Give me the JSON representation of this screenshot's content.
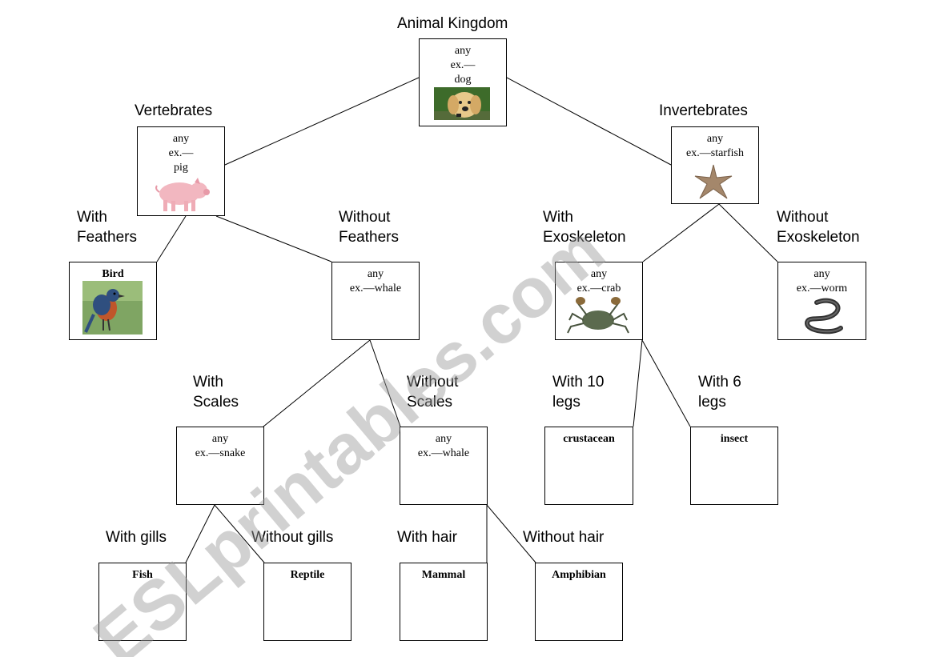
{
  "root": {
    "title": "Animal Kingdom",
    "line1": "any",
    "line2": "ex.—",
    "line3": "dog"
  },
  "vertebrates": {
    "title": "Vertebrates",
    "line1": "any",
    "line2": "ex.—",
    "line3": "pig"
  },
  "invertebrates": {
    "title": "Invertebrates",
    "line1": "any",
    "line2": "ex.—starfish"
  },
  "with_feathers": {
    "title1": "With",
    "title2": "Feathers",
    "box": "Bird"
  },
  "without_feathers": {
    "title1": "Without",
    "title2": "Feathers",
    "line1": "any",
    "line2": "ex.—whale"
  },
  "with_exoskeleton": {
    "title1": "With",
    "title2": "Exoskeleton",
    "line1": "any",
    "line2": "ex.—crab"
  },
  "without_exoskeleton": {
    "title1": "Without",
    "title2": "Exoskeleton",
    "line1": "any",
    "line2": "ex.—worm"
  },
  "with_scales": {
    "title1": "With",
    "title2": "Scales",
    "line1": "any",
    "line2": "ex.—snake"
  },
  "without_scales": {
    "title1": "Without",
    "title2": "Scales",
    "line1": "any",
    "line2": "ex.—whale"
  },
  "with_10_legs": {
    "title1": "With 10",
    "title2": "legs",
    "box": "crustacean"
  },
  "with_6_legs": {
    "title1": "With 6",
    "title2": "legs",
    "box": "insect"
  },
  "with_gills": {
    "title": "With gills",
    "box": "Fish"
  },
  "without_gills": {
    "title": "Without gills",
    "box": "Reptile"
  },
  "with_hair": {
    "title": "With hair",
    "box": "Mammal"
  },
  "without_hair": {
    "title": "Without hair",
    "box": "Amphibian"
  },
  "watermark": "ESLprintables.com"
}
